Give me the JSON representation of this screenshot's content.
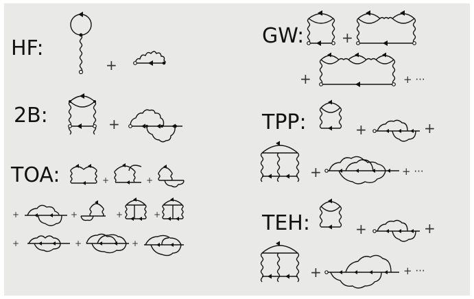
{
  "labels": {
    "hf": "HF:",
    "b2": "2B:",
    "toa": "TOA:",
    "gw": "GW:",
    "tpp": "TPP:",
    "teh": "TEH:"
  },
  "plus": "+",
  "ellipsis": "+ ···",
  "colors": {
    "line": "#111111",
    "background": "#e9eae8"
  }
}
